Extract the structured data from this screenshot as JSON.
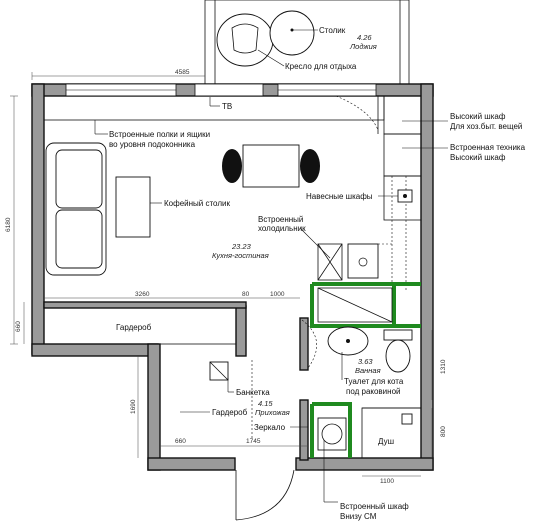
{
  "labels": {
    "table": "Столик",
    "armchair": "Кресло для отдыха",
    "tv": "ТВ",
    "shelves_line1": "Встроенные полки и ящики",
    "shelves_line2": "во уровня подоконника",
    "tall_cabinet_line1": "Высокий шкаф",
    "tall_cabinet_line2": "Для хоз.быт. вещей",
    "appliances_line1": "Встроенная техника",
    "appliances_line2": "Высокий шкаф",
    "coffee_table": "Кофейный столик",
    "wall_cabinets": "Навесные шкафы",
    "fridge_line1": "Встроенный",
    "fridge_line2": "холодильник",
    "wardrobe": "Гардероб",
    "bench": "Банкетка",
    "hall_wardrobe": "Гардероб",
    "mirror": "Зеркало",
    "tray_line1": "Туалет для кота",
    "tray_line2": "под раковиной",
    "shower": "Душ",
    "builtin_cab_line1": "Встроенный шкаф",
    "builtin_cab_line2": "Внизу СМ"
  },
  "rooms": {
    "loggia_area": "4.26",
    "loggia_name": "Лоджия",
    "living_area": "23.23",
    "living_name": "Кухня-гостиная",
    "bath_area": "3.63",
    "bath_name": "Ванная",
    "hall_area": "4.15",
    "hall_name": "Прихожая"
  },
  "dimensions": {
    "top_width": "4585",
    "left_height": "6180",
    "wardrobe_width": "3260",
    "gap_80": "80",
    "partition_1000": "1000",
    "left_660": "660",
    "hall_height": "1690",
    "bottom_660": "660",
    "bottom_1745": "1745",
    "bath_height": "1310",
    "shower_height": "800",
    "shower_width": "1100"
  }
}
